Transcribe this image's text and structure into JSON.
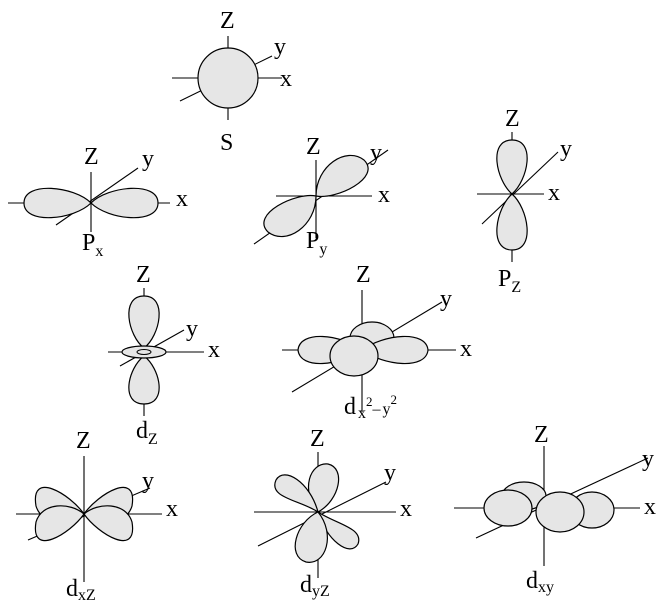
{
  "axis_labels": {
    "z": "Z",
    "y": "y",
    "x": "x"
  },
  "orbitals": {
    "s": {
      "main": "S",
      "sub": ""
    },
    "px": {
      "main": "P",
      "sub": "x"
    },
    "py": {
      "main": "P",
      "sub": "y"
    },
    "pz": {
      "main": "P",
      "sub": "Z"
    },
    "dz": {
      "main": "d",
      "sub": "Z"
    },
    "dx2y2": {
      "main": "d",
      "sub_a": "x",
      "sup_a": "2",
      "sep": "–",
      "sub_b": "y",
      "sup_b": "2"
    },
    "dxz": {
      "main": "d",
      "sub": "xZ"
    },
    "dyz": {
      "main": "d",
      "sub": "yZ"
    },
    "dxy": {
      "main": "d",
      "sub": "xy"
    }
  },
  "colors": {
    "lobe_fill": "#e6e6e6",
    "stroke": "#000000"
  }
}
